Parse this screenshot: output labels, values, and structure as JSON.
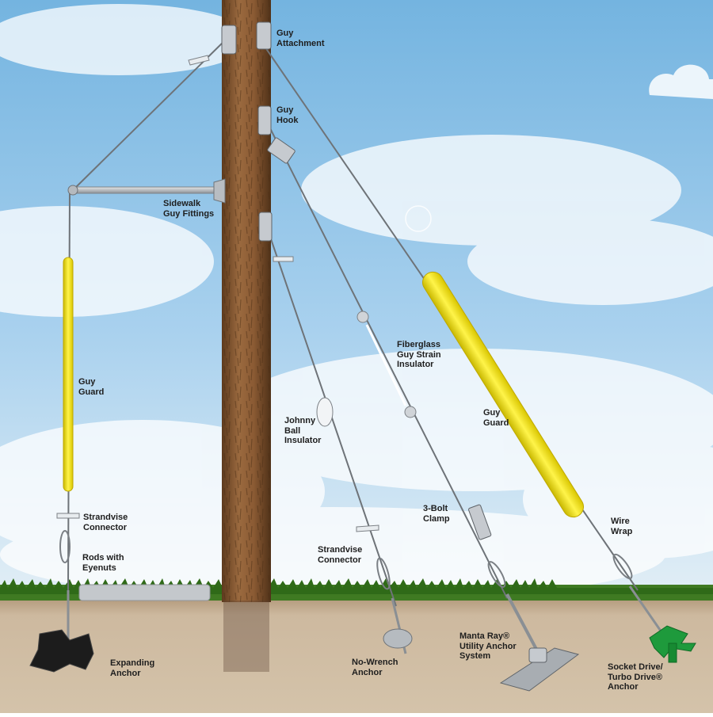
{
  "labels": {
    "guy_attachment": "Guy\nAttachment",
    "guy_hook": "Guy\nHook",
    "sidewalk_guy_fittings": "Sidewalk\nGuy Fittings",
    "guy_guard_left": "Guy\nGuard",
    "fiberglass_insulator": "Fiberglass\nGuy Strain\nInsulator",
    "guy_guard_right": "Guy\nGuard",
    "johnny_ball_insulator": "Johnny\nBall\nInsulator",
    "strandvise_connector_left": "Strandvise\nConnector",
    "three_bolt_clamp": "3-Bolt\nClamp",
    "wire_wrap": "Wire\nWrap",
    "rods_with_eyenuts": "Rods with\nEyenuts",
    "strandvise_connector_mid": "Strandvise\nConnector",
    "expanding_anchor": "Expanding\nAnchor",
    "no_wrench_anchor": "No-Wrench\nAnchor",
    "manta_ray": "Manta Ray®\nUtility Anchor\nSystem",
    "socket_drive": "Socket Drive/\nTurbo Drive®\nAnchor"
  },
  "colors": {
    "sky_top": "#74b4e0",
    "sky_bottom": "#dcecf6",
    "pole": "#8a5a33",
    "grass": "#3f7a22",
    "soil": "#c9b79e",
    "guy_guard": "#f3e21e",
    "anchor_green": "#1e9a3c",
    "steel": "#9aa0a6"
  }
}
